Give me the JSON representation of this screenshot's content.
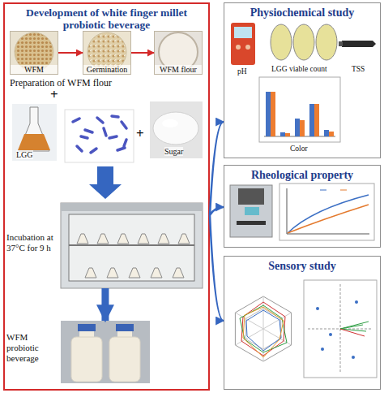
{
  "diagram": {
    "nodes": [
      {
        "text": [
          "Development of white finger millet probiotic beverage"
        ]
      },
      {
        "text": [
          "WFM"
        ],
        "in": 0
      },
      {
        "text": [
          "Germination"
        ],
        "in": 0
      },
      {
        "text": [
          "WFM flour"
        ],
        "in": 0
      },
      {
        "text": [
          "Incubation at 37°C for 9 h"
        ],
        "in": 0
      },
      {
        "text": [
          "WFM probiotic beverage"
        ],
        "in": 0
      },
      {
        "text": [
          "Physiochemical study"
        ]
      },
      {
        "text": [
          "Rheological property"
        ]
      },
      {
        "text": [
          "Sensory study"
        ]
      }
    ],
    "edges": [
      {
        "from": 1,
        "to": 2,
        "arrow": "to"
      },
      {
        "from": 2,
        "to": 3,
        "arrow": "to"
      },
      {
        "from": 4,
        "to": 5,
        "arrow": "to"
      },
      {
        "from": 0,
        "to": 6,
        "arrow": "to"
      },
      {
        "from": 0,
        "to": 7,
        "arrow": "to"
      },
      {
        "from": 0,
        "to": 8,
        "arrow": "to"
      }
    ],
    "labels": [
      "Preparation of WFM flour",
      "+",
      "LGG",
      "+",
      "Sugar",
      "pH",
      "LGG viable count",
      "TSS",
      "Color"
    ]
  }
}
